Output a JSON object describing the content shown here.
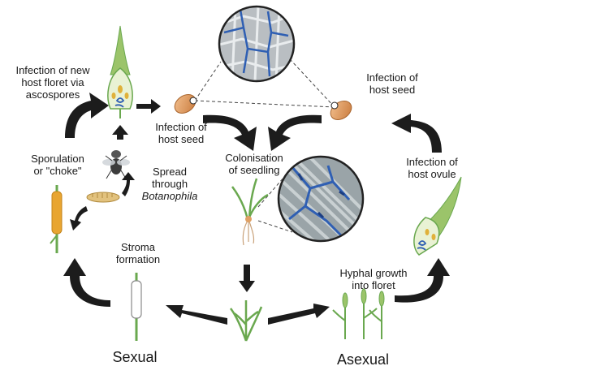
{
  "labels": {
    "infection_new_floret": [
      "Infection of new",
      "host floret via",
      "ascospores"
    ],
    "infection_seed_left": [
      "Infection of",
      "host seed"
    ],
    "infection_seed_right": [
      "Infection of",
      "host seed"
    ],
    "colonisation": [
      "Colonisation",
      "of seedling"
    ],
    "sporulation": [
      "Sporulation",
      "or \"choke\""
    ],
    "spread": [
      "Spread",
      "through"
    ],
    "spread_genus": "Botanophila",
    "infection_ovule": [
      "Infection of",
      "host ovule"
    ],
    "stroma": [
      "Stroma",
      "formation"
    ],
    "hyphal_growth": [
      "Hyphal growth",
      "into floret"
    ],
    "sexual": "Sexual",
    "asexual": "Asexual"
  },
  "colors": {
    "arrow": "#1c1c1c",
    "stem_green": "#6aa84f",
    "seed": "#e0a064",
    "choke_orange": "#e8a531",
    "hypha_blue": "#2f5fb3",
    "micro_bg": "#9aa4a8"
  }
}
